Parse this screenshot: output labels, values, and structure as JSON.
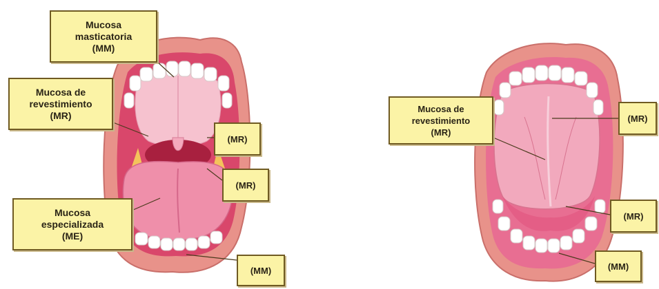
{
  "left_diagram": {
    "labels": {
      "masticatoria": [
        "Mucosa",
        "masticatoria",
        "(MM)"
      ],
      "revestimiento": [
        "Mucosa de",
        "revestimiento",
        "(MR)"
      ],
      "mr_upper": "(MR)",
      "mr_lower": "(MR)",
      "especializada": [
        "Mucosa",
        "especializada",
        "(ME)"
      ],
      "mm_bottom": "(MM)"
    }
  },
  "right_diagram": {
    "labels": {
      "revestimiento": [
        "Mucosa de",
        "revestimiento",
        "(MR)"
      ],
      "mr_top": "(MR)",
      "mr_middle": "(MR)",
      "mm_bottom": "(MM)"
    }
  },
  "colors": {
    "label_fill": "#fbf3a6",
    "label_border": "#6f5a22",
    "lip": "#e8928a",
    "mucosa": "#f2a9bd",
    "tongue": "#ef8faa",
    "teeth": "#ffffff"
  }
}
